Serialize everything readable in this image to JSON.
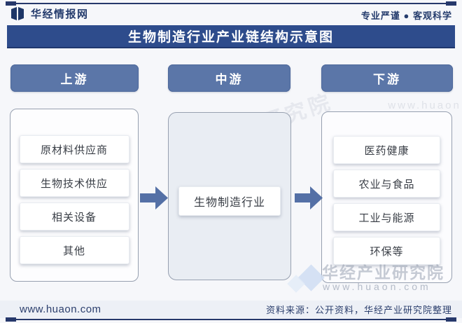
{
  "header": {
    "brand": "华经情报网",
    "tagline": "专业严谨 ● 客观科学",
    "logo_icon": "huajing-book-logo"
  },
  "title": "生物制造行业产业链结构示意图",
  "columns": [
    {
      "header": "上游",
      "items": [
        "原材料供应商",
        "生物技术供应",
        "相关设备",
        "其他"
      ]
    },
    {
      "header": "中游",
      "items": [
        "生物制造行业"
      ]
    },
    {
      "header": "下游",
      "items": [
        "医药健康",
        "农业与食品",
        "工业与能源",
        "环保等"
      ]
    }
  ],
  "arrows": {
    "icon": "arrow-right",
    "count": 2
  },
  "footer": {
    "site": "www.huaon.com",
    "source": "资料来源：公开资料，华经产业研究院整理"
  },
  "watermarks": {
    "top_right": "www.huaon.",
    "diagonal": "华经产业研究院",
    "agency": "华经产业研究院",
    "site": "www.huaon.com"
  },
  "colors": {
    "navy_title": "#2e4c8c",
    "slate_button": "#5b76a8",
    "arrow": "#5470a6",
    "rule": "#26386b",
    "panel_mid_bg": "#e9edf3",
    "footer_bg": "#edf0f6",
    "text_dark": "#253c6d"
  }
}
